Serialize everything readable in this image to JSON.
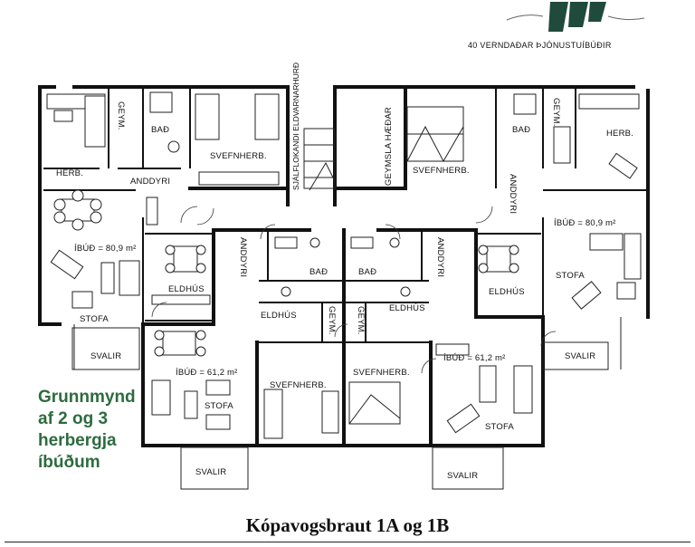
{
  "brand_text": "40 VERNDAÐAR ÞJÓNUSTUÍBÚÐIR",
  "corridor_label": "SJÁLFLOKANDI ELDVARNARHURÐ",
  "legend": [
    "Grunnmynd",
    "af 2 og 3",
    "herbergja",
    "íbúðum"
  ],
  "caption": "Kópavogsbraut 1A og 1B",
  "rooms": {
    "herb_left": "HERB.",
    "geym_left": "GEYM.",
    "bad_left": "BAÐ",
    "svefnherb_left_top": "SVEFNHERB.",
    "anddyri_left_top": "ANDDYRI",
    "ibud_left_top": "ÍBÚÐ = 80,9 m²",
    "eldhus_left": "ELDHÚS",
    "stofa_left": "STOFA",
    "svalir_left_mid": "SVALIR",
    "anddyri_center_left": "ANDDYRI",
    "bad_center_left": "BAÐ",
    "eldhus_center_left": "ELDHÚS",
    "geym_center_left": "GEYM.",
    "ibud_left_bottom": "ÍBÚÐ = 61,2 m²",
    "stofa_center_left": "STOFA",
    "svefnherb_center_left": "SVEFNHERB.",
    "svalir_left_bottom": "SVALIR",
    "geymsla_haedar": "GEYMSLA HÆÐAR",
    "svefnherb_right_top": "SVEFNHERB.",
    "bad_right_top": "BAÐ",
    "geym_right_top": "GEYM.",
    "herb_right": "HERB.",
    "anddyri_right_top": "ANDDYRI",
    "ibud_right_top": "ÍBÚÐ = 80,9 m²",
    "eldhus_right": "ELDHÚS",
    "stofa_right": "STOFA",
    "svalir_right_mid": "SVALIR",
    "bad_center_right": "BAÐ",
    "anddyri_center_right": "ANDDYRI",
    "geym_center_right": "GEYM.",
    "eldhus_center_right": "ELDHÚS",
    "svefnherb_center_right": "SVEFNHERB.",
    "ibud_right_bottom": "ÍBÚÐ = 61,2 m²",
    "stofa_center_right": "STOFA",
    "svalir_right_bottom": "SVALIR"
  }
}
